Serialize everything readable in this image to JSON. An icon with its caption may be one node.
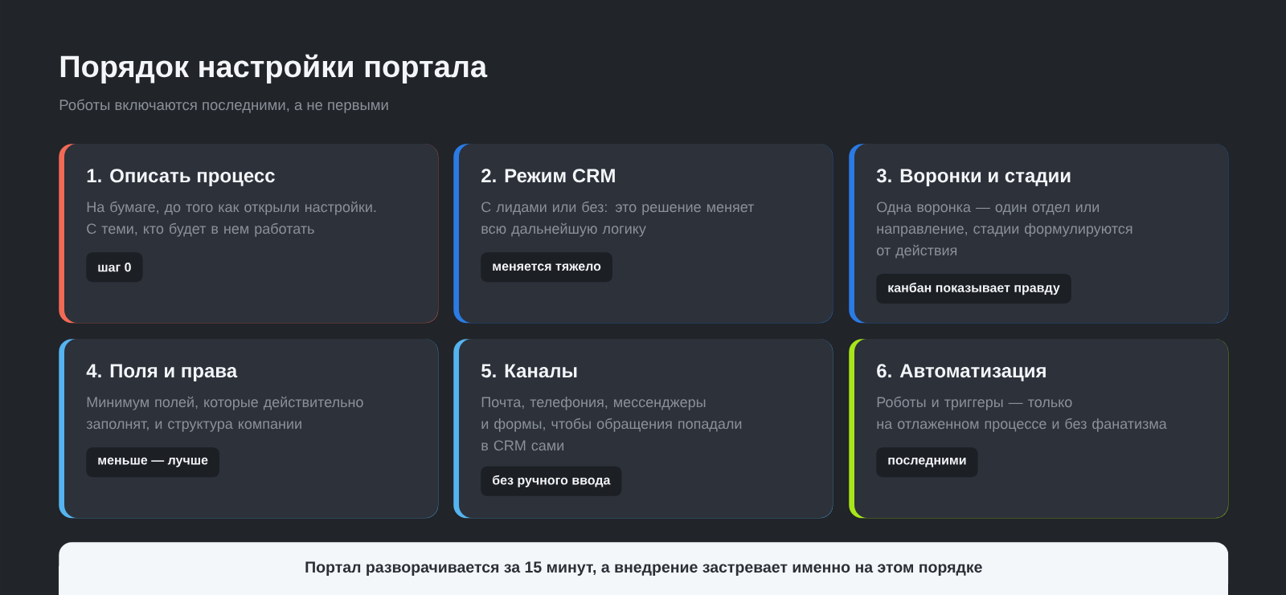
{
  "diagram": {
    "title": "Порядок настройки портала",
    "nodes": [
      {
        "text": [
          "1. Описать процесс",
          "На бумаге, до того как открыли настройки. С теми, кто будет в нем работать"
        ]
      },
      {
        "text": [
          "шаг 0"
        ],
        "in": 0
      },
      {
        "text": [
          "2. Режим CRM",
          "С лидами или без: это решение меняет всю дальнейшую логику"
        ]
      },
      {
        "text": [
          "меняется тяжело"
        ],
        "in": 2
      },
      {
        "text": [
          "3. Воронки и стадии",
          "Одна воронка — один отдел или направление, стадии формулируются от действия"
        ]
      },
      {
        "text": [
          "канбан показывает правду"
        ],
        "in": 4
      },
      {
        "text": [
          "4. Поля и права",
          "Минимум полей, которые действительно заполнят, и структура компании"
        ]
      },
      {
        "text": [
          "меньше — лучше"
        ],
        "in": 6
      },
      {
        "text": [
          "5. Каналы",
          "Почта, телефония, мессенджеры и формы, чтобы обращения попадали в CRM сами"
        ]
      },
      {
        "text": [
          "без ручного ввода"
        ],
        "in": 8
      },
      {
        "text": [
          "6. Автоматизация",
          "Роботы и триггеры — только на отлаженном процессе и без фанатизма"
        ]
      },
      {
        "text": [
          "последними"
        ],
        "in": 10
      },
      {
        "text": [
          "Портал разворачивается за 15 минут, а внедрение застревает именно на этом порядке"
        ]
      }
    ],
    "labels": [
      "Роботы включаются последними, а не первыми"
    ]
  }
}
